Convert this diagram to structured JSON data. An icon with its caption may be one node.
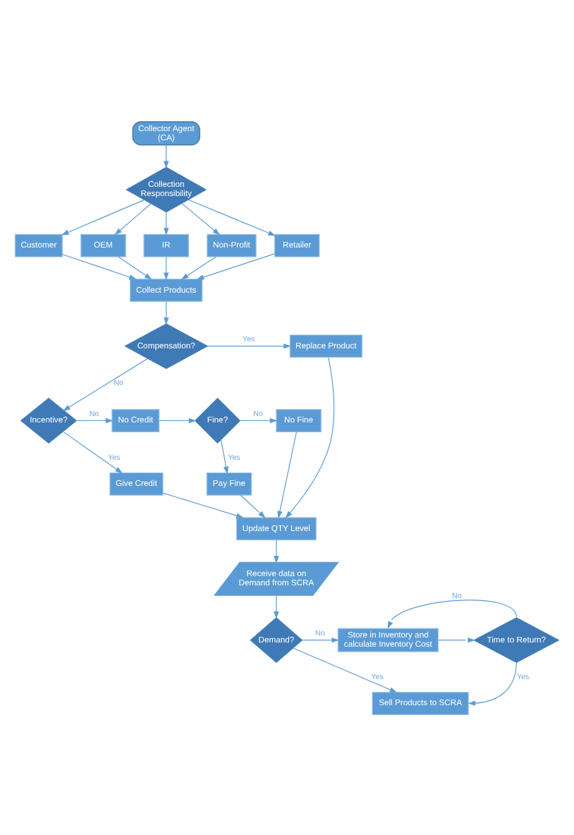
{
  "diagram": {
    "nodes": [
      {
        "text": [
          "Collector Agent (CA)"
        ]
      },
      {
        "text": [
          "Collection Responsibility"
        ]
      },
      {
        "text": [
          "Customer"
        ]
      },
      {
        "text": [
          "OEM"
        ]
      },
      {
        "text": [
          "IR"
        ]
      },
      {
        "text": [
          "Non-Profit"
        ]
      },
      {
        "text": [
          "Retailer"
        ]
      },
      {
        "text": [
          "Collect Products"
        ]
      },
      {
        "text": [
          "Compensation?"
        ]
      },
      {
        "text": [
          "Replace Product"
        ]
      },
      {
        "text": [
          "Incentive?"
        ]
      },
      {
        "text": [
          "No Credit"
        ]
      },
      {
        "text": [
          "Fine?"
        ]
      },
      {
        "text": [
          "No Fine"
        ]
      },
      {
        "text": [
          "Give Credit"
        ]
      },
      {
        "text": [
          "Pay Fine"
        ]
      },
      {
        "text": [
          "Update QTY Level"
        ]
      },
      {
        "text": [
          "Receive data on Demand from SCRA"
        ]
      },
      {
        "text": [
          "Demand?"
        ]
      },
      {
        "text": [
          "Store in Inventory and calculate Inventory Cost"
        ]
      },
      {
        "text": [
          "Time to Return?"
        ]
      },
      {
        "text": [
          "Sell Products to SCRA"
        ]
      }
    ],
    "edges": [
      {
        "from": 0,
        "to": 1,
        "arrow": "to"
      },
      {
        "from": 1,
        "to": 2,
        "arrow": "to"
      },
      {
        "from": 1,
        "to": 3,
        "arrow": "to"
      },
      {
        "from": 1,
        "to": 4,
        "arrow": "to"
      },
      {
        "from": 1,
        "to": 5,
        "arrow": "to"
      },
      {
        "from": 1,
        "to": 6,
        "arrow": "to"
      },
      {
        "from": 2,
        "to": 7,
        "arrow": "to"
      },
      {
        "from": 3,
        "to": 7,
        "arrow": "to"
      },
      {
        "from": 4,
        "to": 7,
        "arrow": "to"
      },
      {
        "from": 5,
        "to": 7,
        "arrow": "to"
      },
      {
        "from": 6,
        "to": 7,
        "arrow": "to"
      },
      {
        "from": 7,
        "to": 8,
        "arrow": "to"
      },
      {
        "from": 8,
        "to": 9,
        "arrow": "to",
        "label": "Yes"
      },
      {
        "from": 8,
        "to": 10,
        "arrow": "to",
        "label": "No"
      },
      {
        "from": 10,
        "to": 11,
        "arrow": "to",
        "label": "No"
      },
      {
        "from": 11,
        "to": 12,
        "arrow": "to"
      },
      {
        "from": 12,
        "to": 13,
        "arrow": "to",
        "label": "No"
      },
      {
        "from": 10,
        "to": 14,
        "arrow": "to",
        "label": "Yes"
      },
      {
        "from": 12,
        "to": 15,
        "arrow": "to",
        "label": "Yes"
      },
      {
        "from": 14,
        "to": 16,
        "arrow": "to"
      },
      {
        "from": 9,
        "to": 16,
        "arrow": "to"
      },
      {
        "from": 15,
        "to": 16,
        "arrow": "to"
      },
      {
        "from": 13,
        "to": 16,
        "arrow": "to"
      },
      {
        "from": 16,
        "to": 17,
        "arrow": "to"
      },
      {
        "from": 17,
        "to": 18,
        "arrow": "to"
      },
      {
        "from": 18,
        "to": 19,
        "arrow": "to",
        "label": "No"
      },
      {
        "from": 18,
        "to": 21,
        "arrow": "to",
        "label": "Yes"
      },
      {
        "from": 19,
        "to": 20,
        "arrow": "to"
      },
      {
        "from": 20,
        "to": 19,
        "arrow": "to",
        "label": "No"
      },
      {
        "from": 20,
        "to": 21,
        "arrow": "to",
        "label": "Yes"
      }
    ]
  }
}
